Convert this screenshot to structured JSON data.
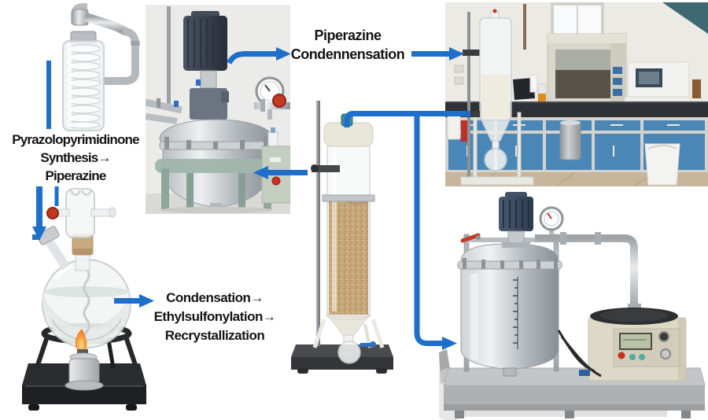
{
  "figure_type": "process-flow-collage",
  "colors": {
    "arrow": "#1d6fc9",
    "background": "#ffffff",
    "label_text": "#141414"
  },
  "labels": {
    "top": {
      "line1": "Piperazine",
      "line2": "Condennensation"
    },
    "left": {
      "line1": "Pyrazolopyrimidinone",
      "line2": "Synthesis→",
      "line3": "Piperazine"
    },
    "bottom": {
      "line1": "Condensation→",
      "line2": "Ethylsulfonylation→",
      "line3": "Recrystallization"
    }
  },
  "photos": {
    "coil_condenser": "glass-coil-condenser-with-steel-piping",
    "stirred_reactor": "stainless-steel-stirred-tank-reactor",
    "lab_bench": "laboratory-with-packed-column-fume-hood-and-analyzer",
    "packed_column": "glass-column-packed-with-resin-on-stand",
    "heated_flask": "round-bottom-flask-over-spirit-lamp",
    "crystallizer": "stainless-reactor-with-pump-control-unit"
  }
}
